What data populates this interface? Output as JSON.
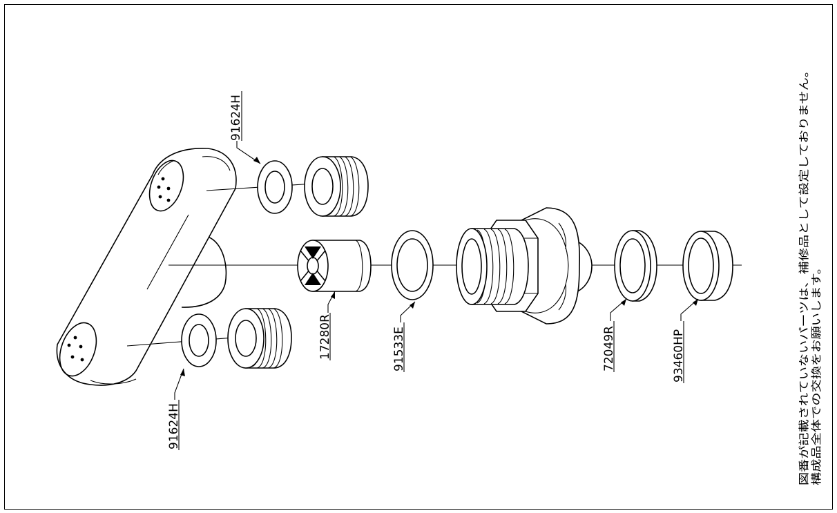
{
  "part_labels": {
    "gasket_top": "91624H",
    "gasket_bottom": "91624H",
    "cartridge": "17280R",
    "packing_large": "91533E",
    "ring": "72049R",
    "cap": "93460HP"
  },
  "notes": {
    "line1": "図番が記載されていないパーツは、補修品として設定しておりません。",
    "line2": "構成品全体での交換をお願いします。"
  }
}
